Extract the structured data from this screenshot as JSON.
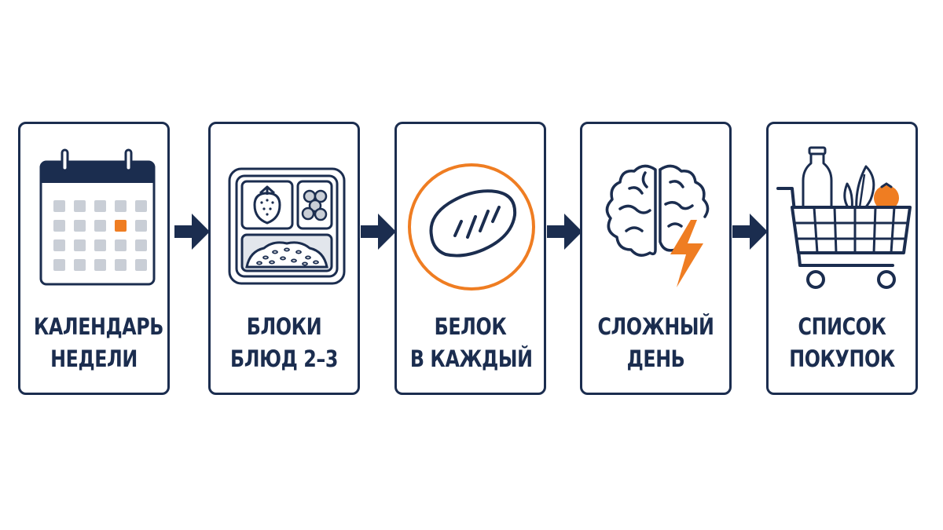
{
  "steps": [
    {
      "icon": "calendar-icon",
      "line1": "КАЛЕНДАРЬ",
      "line2": "НЕДЕЛИ"
    },
    {
      "icon": "meal-tray-icon",
      "line1": "БЛОКИ",
      "line2": "БЛЮД 2–3"
    },
    {
      "icon": "chicken-breast-icon",
      "line1": "БЕЛОК",
      "line2": "В КАЖДЫЙ"
    },
    {
      "icon": "brain-lightning-icon",
      "line1": "СЛОЖНЫЙ",
      "line2": "ДЕНЬ"
    },
    {
      "icon": "shopping-cart-icon",
      "line1": "СПИСОК",
      "line2": "ПОКУПОК"
    }
  ],
  "colors": {
    "navy": "#1b2d4f",
    "orange": "#ef7d22",
    "grid_gray": "#c9ced6"
  }
}
